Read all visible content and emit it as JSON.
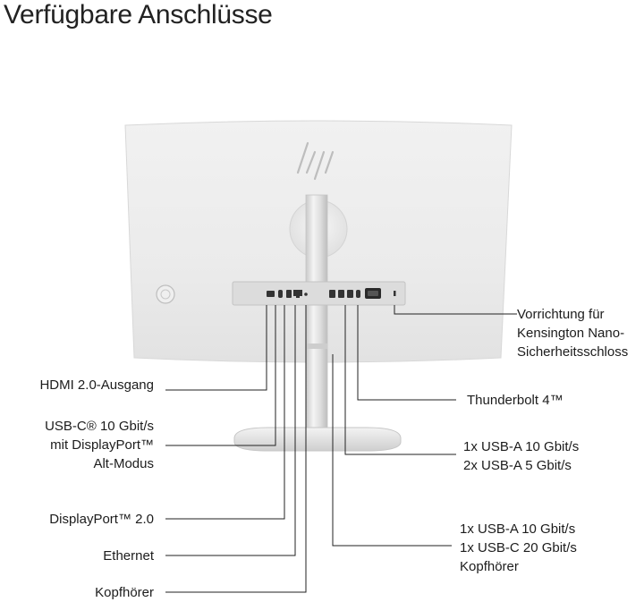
{
  "title": "Verfügbare Anschlüsse",
  "labels": {
    "hdmi": "HDMI 2.0-Ausgang",
    "usbc_line1": "USB-C® 10 Gbit/s",
    "usbc_line2": "mit DisplayPort™",
    "usbc_line3": "Alt-Modus",
    "displayport": "DisplayPort™ 2.0",
    "ethernet": "Ethernet",
    "headphone": "Kopfhörer",
    "kensington_line1": "Vorrichtung für",
    "kensington_line2": "Kensington Nano-",
    "kensington_line3": "Sicherheitsschloss",
    "thunderbolt": "Thunderbolt 4™",
    "usba_line1": "1x USB-A 10 Gbit/s",
    "usba_line2": "2x USB-A 5 Gbit/s",
    "side_line1": "1x USB-A 10 Gbit/s",
    "side_line2": "1x USB-C 20 Gbit/s",
    "side_line3": "Kopfhörer"
  },
  "colors": {
    "monitor_body": "#ececec",
    "stand": "#d9d9d9",
    "leader_line": "#222222"
  }
}
